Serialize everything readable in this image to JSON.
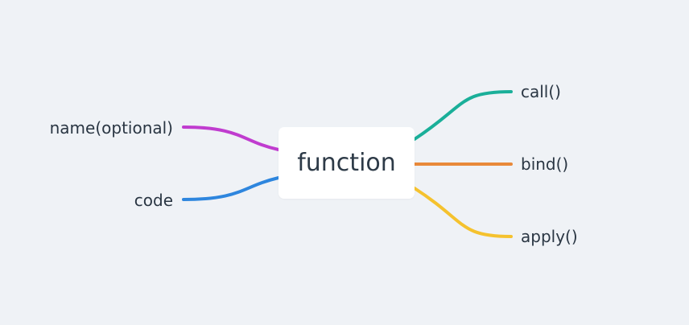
{
  "mindmap": {
    "root": {
      "label": "function"
    },
    "left_branches": [
      {
        "label": "name(optional)",
        "color": "#c03ccf"
      },
      {
        "label": "code",
        "color": "#2e86de"
      }
    ],
    "right_branches": [
      {
        "label": "call()",
        "color": "#1aaf99"
      },
      {
        "label": "bind()",
        "color": "#e8893a"
      },
      {
        "label": "apply()",
        "color": "#f5c22e"
      }
    ]
  }
}
